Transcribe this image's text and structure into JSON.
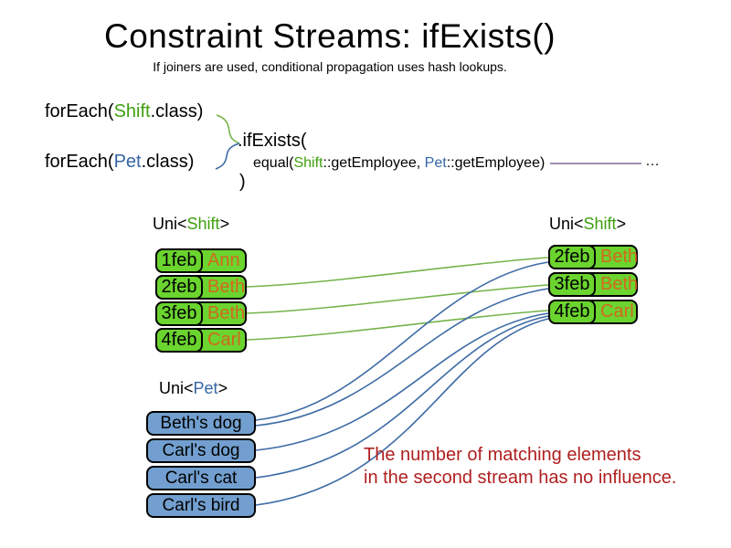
{
  "slide": {
    "title": "Constraint Streams: ifExists()",
    "subtitle": "If joiners are used, conditional propagation uses hash lookups."
  },
  "code": {
    "foreach_shift_pre": "forEach(",
    "foreach_shift_class": "Shift",
    "foreach_shift_post": ".class)",
    "foreach_pet_pre": "forEach(",
    "foreach_pet_class": "Pet",
    "foreach_pet_post": ".class)",
    "if_exists": ".ifExists(",
    "equal_pre": "equal(",
    "equal_shift": "Shift",
    "equal_mid": "::getEmployee, ",
    "equal_pet": "Pet",
    "equal_post": "::getEmployee)",
    "close_paren": ")",
    "continuation": "…"
  },
  "left_stream": {
    "label_pre": "Uni<",
    "label_type": "Shift",
    "label_post": ">",
    "rows": [
      {
        "date": "1feb",
        "name": "Ann"
      },
      {
        "date": "2feb",
        "name": "Beth"
      },
      {
        "date": "3feb",
        "name": "Beth"
      },
      {
        "date": "4feb",
        "name": "Carl"
      }
    ]
  },
  "right_stream": {
    "label_pre": "Uni<",
    "label_type": "Shift",
    "label_post": ">",
    "rows": [
      {
        "date": "2feb",
        "name": "Beth"
      },
      {
        "date": "3feb",
        "name": "Beth"
      },
      {
        "date": "4feb",
        "name": "Carl"
      }
    ]
  },
  "pet_stream": {
    "label_pre": "Uni<",
    "label_type": "Pet",
    "label_post": ">",
    "rows": [
      {
        "label": "Beth's dog"
      },
      {
        "label": "Carl's dog"
      },
      {
        "label": "Carl's cat"
      },
      {
        "label": "Carl's bird"
      }
    ]
  },
  "note": {
    "line1": "The number of matching elements",
    "line2": "in the second stream has no influence."
  },
  "colors": {
    "green_fill": "#6bd42f",
    "green_text": "#3f9f0e",
    "green_line": "#76b34a",
    "blue_fill": "#729fcf",
    "blue_text": "#3465a4",
    "blue_line": "#3d6ba5",
    "orange_text": "#d2691e",
    "red_text": "#b02020",
    "purple_line": "#826b9c"
  }
}
